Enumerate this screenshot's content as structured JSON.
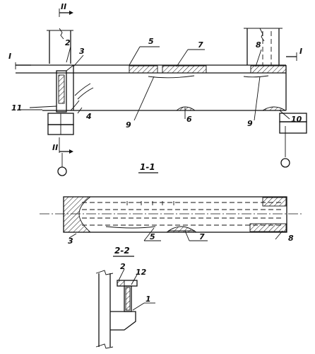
{
  "drawing": {
    "labels": {
      "l1": "1",
      "l2": "2",
      "l3": "3",
      "l4": "4",
      "l5": "5",
      "l6": "6",
      "l7": "7",
      "l8": "8",
      "l9": "9",
      "l10": "10",
      "l11": "11",
      "l12": "12"
    },
    "section_marks": {
      "cut_I": "I",
      "cut_II": "II"
    },
    "section_titles": {
      "s11": "1-1",
      "s22": "2-2"
    }
  }
}
